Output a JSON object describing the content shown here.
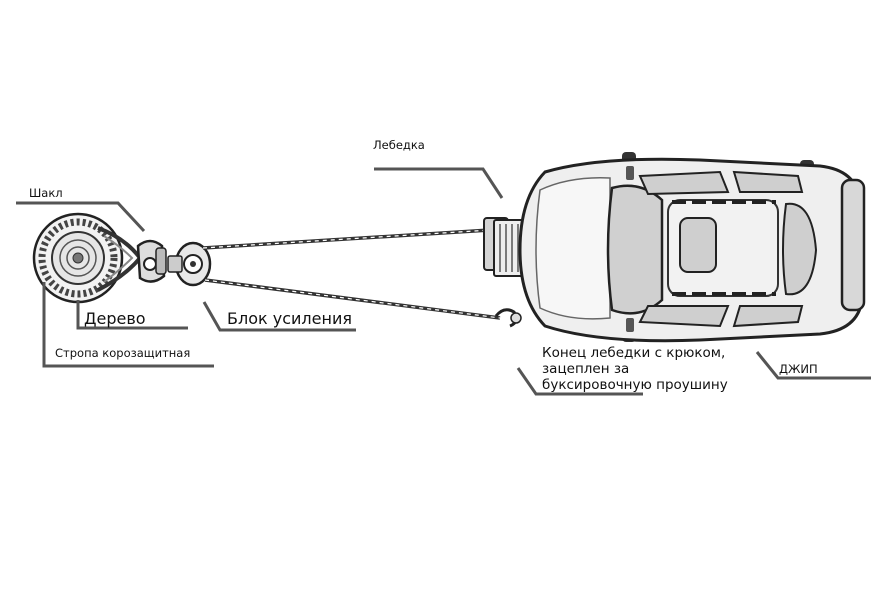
{
  "labels": {
    "winch": "Лебедка",
    "shackle": "Шакл",
    "tree": "Дерево",
    "block": "Блок усиления",
    "strap": "Стропа корозащитная",
    "hook_line1": "Конец лебедки с крюком,",
    "hook_line2": "зацеплен за",
    "hook_line3": "буксировочную проушину",
    "jeep": "ДЖИП"
  }
}
